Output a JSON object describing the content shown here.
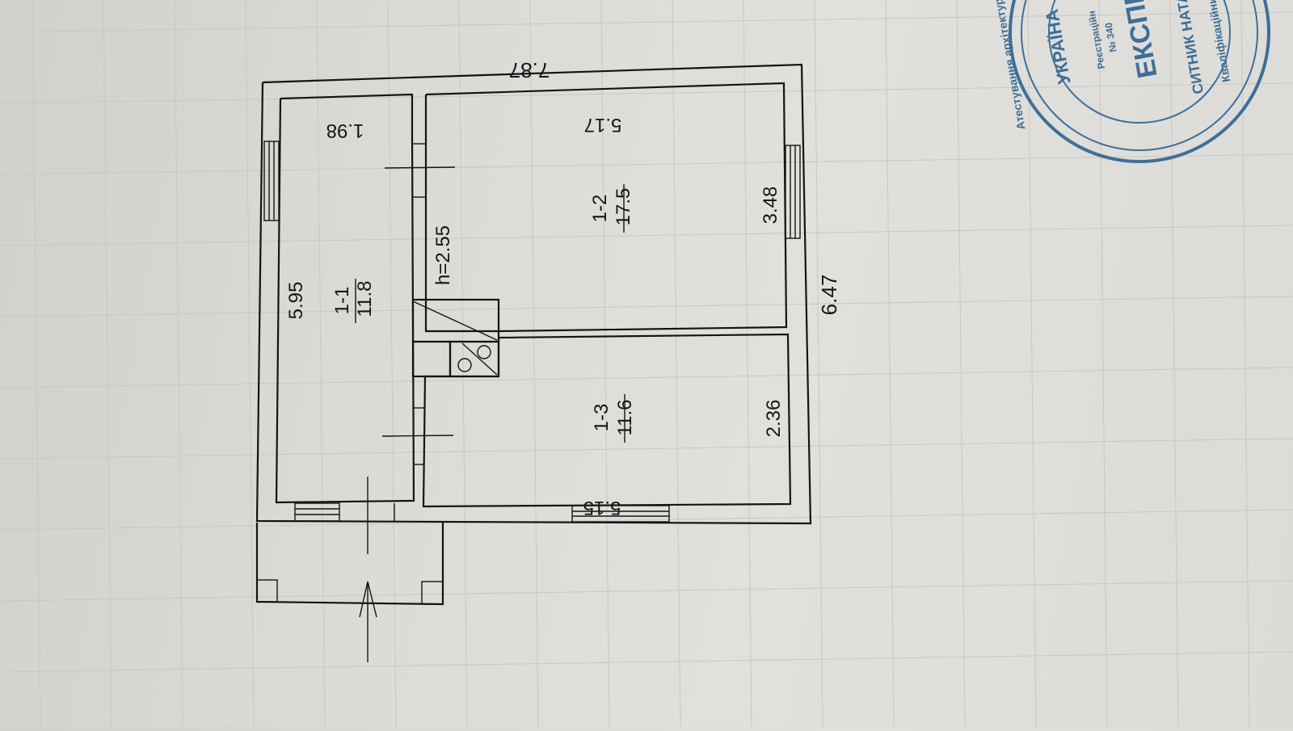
{
  "document": {
    "type": "floor-plan",
    "ceiling_height_label": "h=2.55",
    "overall_dimensions": {
      "length": "7.87",
      "width": "6.47"
    },
    "rooms": [
      {
        "id": "1-1",
        "area": "11.8",
        "dims": [
          "5.95",
          "1.98"
        ]
      },
      {
        "id": "1-2",
        "area": "17.5",
        "dims": [
          "5.17",
          "3.48"
        ]
      },
      {
        "id": "1-3",
        "area": "11.6",
        "dims": [
          "5.15",
          "2.36"
        ]
      }
    ],
    "entrance_arrow": "entrance-arrow"
  },
  "stamp": {
    "color": "#3d6f98",
    "text_fragments": [
      "УКРАЇНА",
      "ЕКСПЕ",
      "СИТНИК НАТАЛІЯ В",
      "Кваліфікаційний серти",
      "Атестування архітектурно-",
      "Реєстраційн",
      "№ 340"
    ]
  },
  "colors": {
    "line": "#141414",
    "paper": "#dcdad6"
  }
}
